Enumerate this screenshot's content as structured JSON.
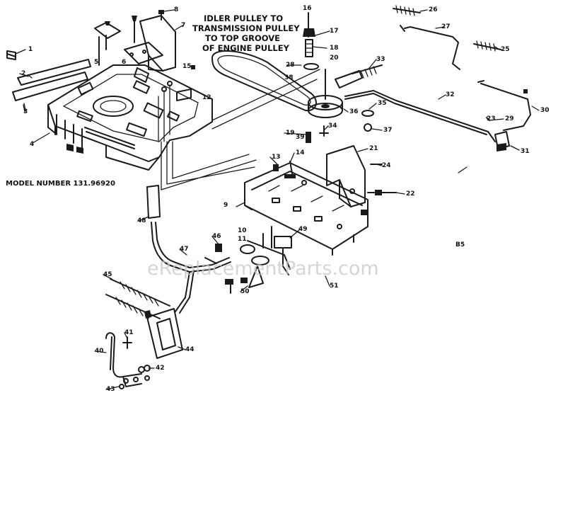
{
  "callout": {
    "line1": "IDLER PULLEY TO",
    "line2": "TRANSMISSION PULLEY",
    "line3": "TO TOP GROOVE",
    "line4": "OF ENGINE PULLEY"
  },
  "model_label": "MODEL NUMBER 131.96920",
  "corner_code": "B5",
  "watermark": "eReplacementParts.com",
  "part_numbers": [
    "1",
    "2",
    "3",
    "4",
    "5",
    "6",
    "7",
    "8",
    "9",
    "10",
    "11",
    "12",
    "13",
    "14",
    "15",
    "16",
    "17",
    "18",
    "19",
    "20",
    "21",
    "22",
    "23",
    "24",
    "25",
    "26",
    "27",
    "28",
    "29",
    "30",
    "31",
    "32",
    "33",
    "34",
    "35",
    "36",
    "37",
    "38",
    "39",
    "40",
    "41",
    "42",
    "43",
    "44",
    "45",
    "46",
    "47",
    "48",
    "49",
    "50",
    "51"
  ],
  "colors": {
    "ink": "#1a1a1a",
    "watermark": "#c8c8c8",
    "background": "#ffffff"
  }
}
